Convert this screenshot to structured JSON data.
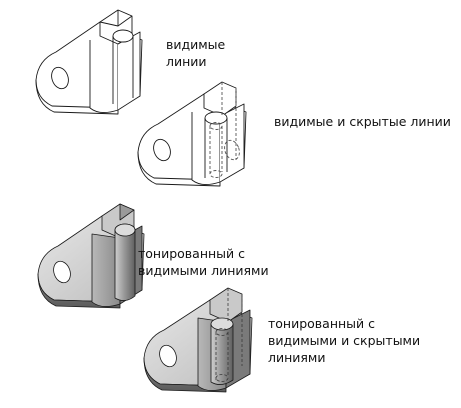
{
  "figure": {
    "views": [
      {
        "id": "visible-lines",
        "style": "wireframe",
        "caption_lines": [
          "видимые",
          "линии"
        ]
      },
      {
        "id": "visible-and-hidden-lines",
        "style": "wireframe-hidden",
        "caption_lines": [
          "видимые и скрытые линии"
        ]
      },
      {
        "id": "shaded-with-visible-lines",
        "style": "shaded",
        "caption_lines": [
          "тонированный с",
          "видимыми линиями"
        ]
      },
      {
        "id": "shaded-with-visible-and-hidden-lines",
        "style": "shaded-hidden",
        "caption_lines": [
          "тонированный с",
          "видимыми и скрытыми",
          "линиями"
        ]
      }
    ],
    "colors": {
      "line": "#1a1a1a",
      "hidden_line": "#555555",
      "shade_light": "#d9d9d9",
      "shade_mid": "#a8a8a8",
      "shade_dark": "#6e6e6e"
    }
  }
}
